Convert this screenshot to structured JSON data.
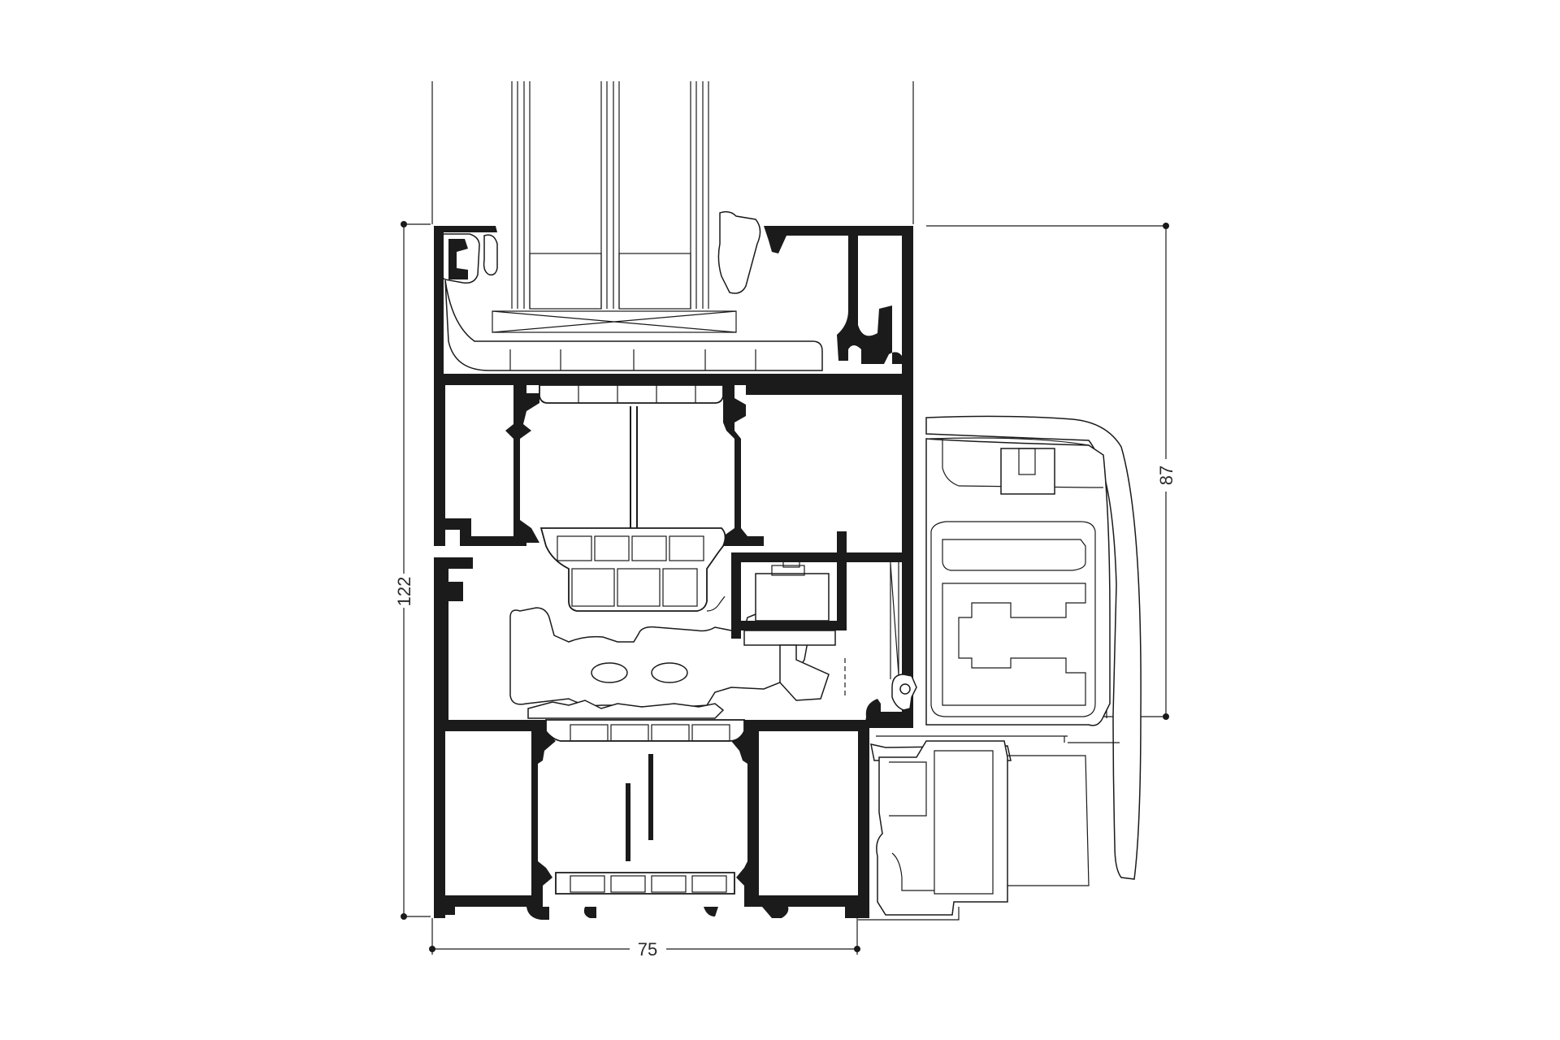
{
  "dimensions": {
    "width": "75",
    "height_total": "122",
    "height_cover": "87"
  },
  "colors": {
    "line": "#1a1a1a",
    "aluminium_profile": "#1b1b1b",
    "background": "#ffffff"
  }
}
